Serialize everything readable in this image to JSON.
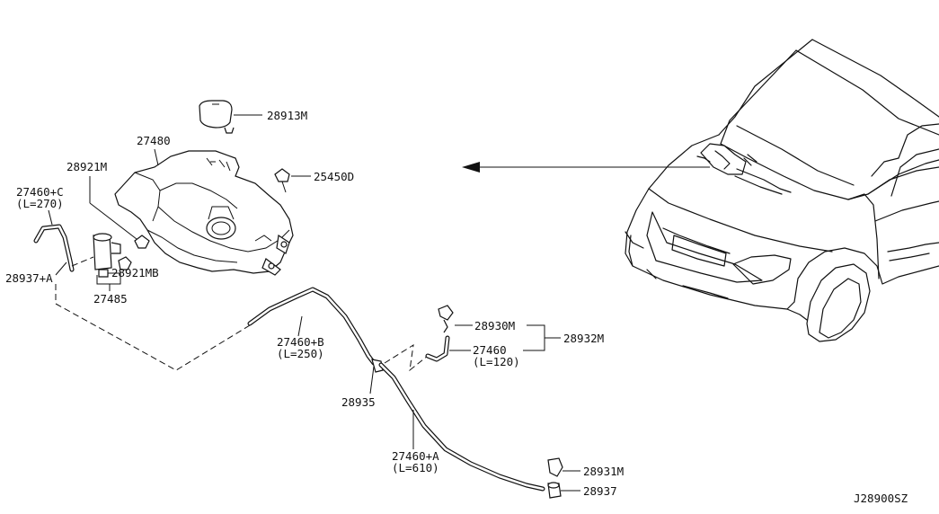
{
  "diagram": {
    "ref_code": "J28900SZ",
    "labels": {
      "p28913M": "28913M",
      "p27480": "27480",
      "p25450D": "25450D",
      "p28921M": "28921M",
      "p27460C": "27460+C",
      "p27460C_len": "(L=270)",
      "p28937A": "28937+A",
      "p28921MB": "28921MB",
      "p27485": "27485",
      "p27460B": "27460+B",
      "p27460B_len": "(L=250)",
      "p28930M": "28930M",
      "p27460": "27460",
      "p27460_len": "(L=120)",
      "p28932M": "28932M",
      "p28935": "28935",
      "p27460A": "27460+A",
      "p27460A_len": "(L=610)",
      "p28931M": "28931M",
      "p28937": "28937"
    }
  }
}
